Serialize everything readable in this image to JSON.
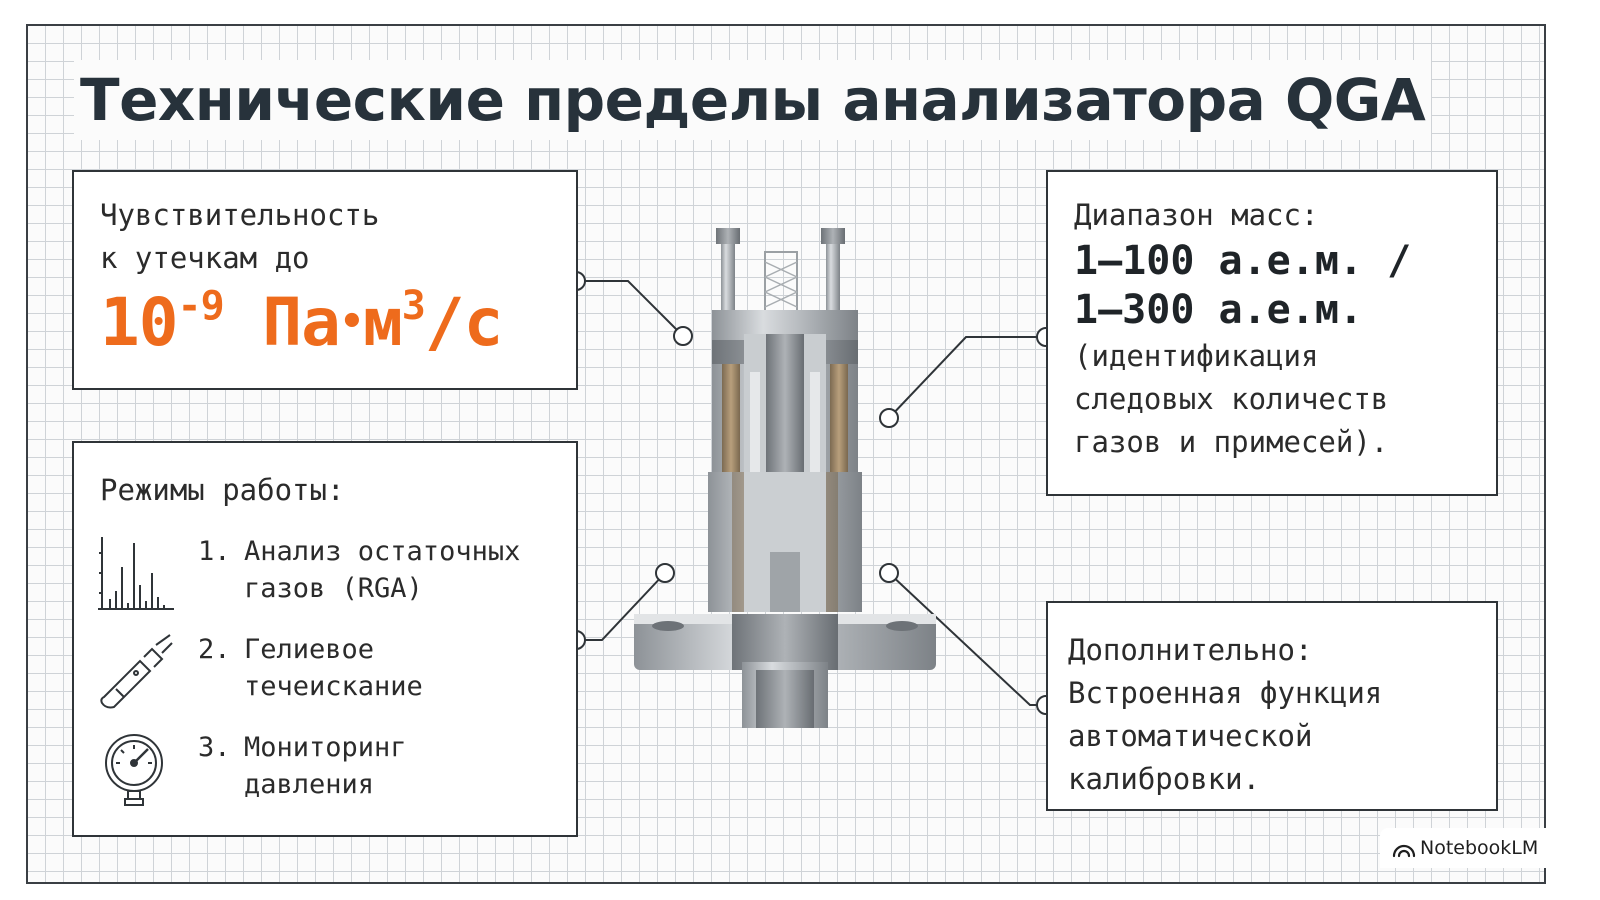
{
  "title": "Технические пределы анализатора QGA",
  "sensitivity": {
    "line1": "Чувствительность",
    "line2": "к утечкам до",
    "base": "10",
    "exp": "-9",
    "unit_pre": "Па",
    "dot": "•",
    "unit_m": "м",
    "unit_exp": "3",
    "unit_post": "/с"
  },
  "modes": {
    "heading": "Режимы работы:",
    "items": [
      {
        "num": "1.",
        "line1": "Анализ остаточных",
        "line2": "газов (RGA)",
        "icon": "spectrum-chart-icon"
      },
      {
        "num": "2.",
        "line1": "Гелиевое",
        "line2": "течеискание",
        "icon": "leak-detector-probe-icon"
      },
      {
        "num": "3.",
        "line1": "Мониторинг",
        "line2": "давления",
        "icon": "pressure-gauge-icon"
      }
    ]
  },
  "mass_range": {
    "label": "Диапазон масс:",
    "value1": "1–100 а.е.м. /",
    "value2": "1–300 а.е.м.",
    "note1": "(идентификация",
    "note2": "следовых количеств",
    "note3": "газов и примесей)."
  },
  "extra": {
    "label": "Дополнительно:",
    "line1": "Встроенная функция",
    "line2": "автоматической",
    "line3": "калибровки."
  },
  "badge": {
    "text": "NotebookLM",
    "icon": "notebooklm-logo-icon"
  },
  "colors": {
    "accent": "#ee6b1c",
    "title": "#27323b",
    "border": "#2f3438",
    "grid": "#cfd3d7"
  }
}
